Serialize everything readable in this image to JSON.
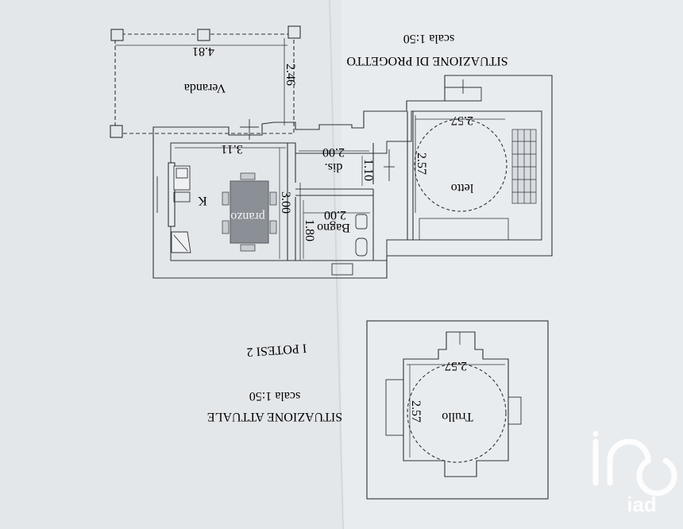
{
  "plan_project": {
    "title": "SITUAZIONE DI PROGETTO",
    "scale": "scala 1:50",
    "rooms": {
      "veranda": "Veranda",
      "pranzo": "pranzo",
      "k": "K",
      "bagno": "Bagno",
      "dis": "dis.",
      "letto": "letto"
    },
    "dimensions": {
      "veranda_width": "4.81",
      "veranda_depth": "2.46",
      "pranzo_width": "3.11",
      "pranzo_depth": "3.00",
      "dis_width": "2.00",
      "dis_depth": "1.10",
      "bagno_width": "2.00",
      "bagno_depth": "1.80",
      "letto_width": "2.57",
      "letto_depth": "2.57"
    }
  },
  "plan_existing": {
    "title": "SITUAZIONE ATTUALE",
    "scale": "scala 1:50",
    "rooms": {
      "trullo": "Trullo"
    },
    "dimensions": {
      "trullo_width": "2.57",
      "trullo_depth": "2.57"
    }
  },
  "handwritten_note": "I POTESI 2",
  "watermark": {
    "brand": "iad"
  },
  "colors": {
    "paper": "#e9ecef",
    "ink": "#2f3338",
    "dining_table": "#8b9096",
    "watermark": "#ffffff"
  }
}
